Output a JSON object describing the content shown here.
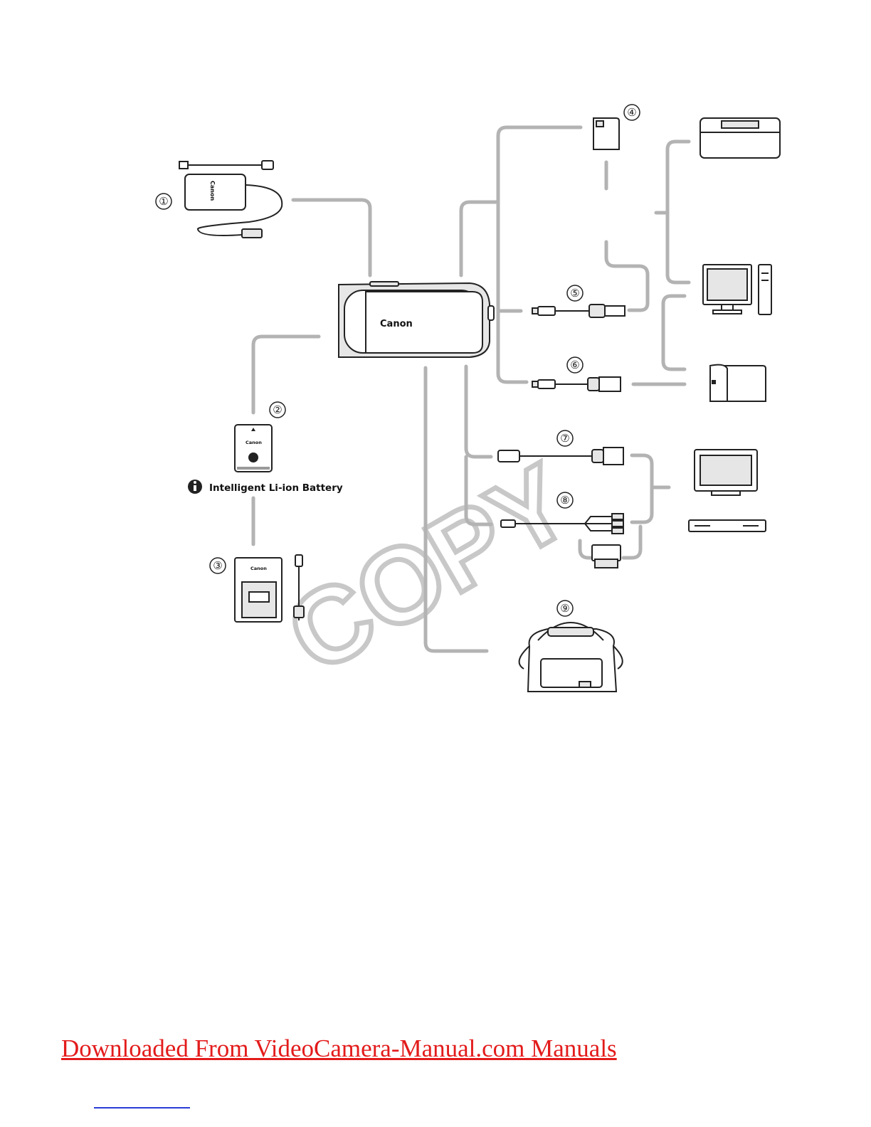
{
  "diagram": {
    "callouts": [
      {
        "id": "adapter",
        "number": "①"
      },
      {
        "id": "battery",
        "number": "②"
      },
      {
        "id": "charger",
        "number": "③"
      },
      {
        "id": "sd-card",
        "number": "④"
      },
      {
        "id": "usb-cable",
        "number": "⑤"
      },
      {
        "id": "usb-adapter",
        "number": "⑥"
      },
      {
        "id": "hdmi-cable",
        "number": "⑦"
      },
      {
        "id": "av-cable",
        "number": "⑧"
      },
      {
        "id": "bag",
        "number": "⑨"
      }
    ],
    "battery_label": "Intelligent Li-ion Battery",
    "brand": "Canon",
    "watermark": "COPY"
  },
  "footer": {
    "link_text": "Downloaded From VideoCamera-Manual.com Manuals"
  }
}
